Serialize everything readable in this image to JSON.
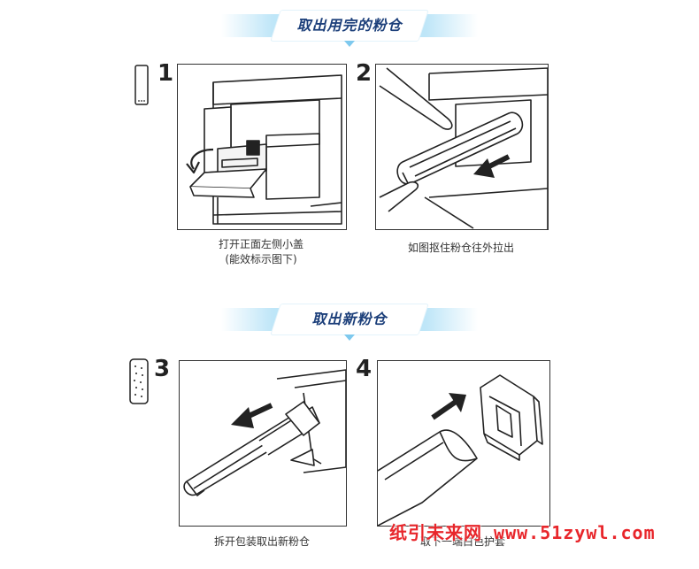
{
  "sections": [
    {
      "title": "取出用完的粉仓"
    },
    {
      "title": "取出新粉仓"
    }
  ],
  "steps": [
    {
      "number": "1",
      "caption_line1": "打开正面左侧小盖",
      "caption_line2": "(能效标示图下)"
    },
    {
      "number": "2",
      "caption_line1": "如图抠住粉仓往外拉出",
      "caption_line2": ""
    },
    {
      "number": "3",
      "caption_line1": "拆开包装取出新粉仓",
      "caption_line2": ""
    },
    {
      "number": "4",
      "caption_line1": "取下一端白色护套",
      "caption_line2": ""
    }
  ],
  "watermark": {
    "text": "纸引未来网 www.51zywl.com",
    "color": "#e8262b"
  },
  "colors": {
    "banner_text": "#1c3f7a",
    "banner_ribbon": "#a9def6",
    "line": "#222222"
  }
}
